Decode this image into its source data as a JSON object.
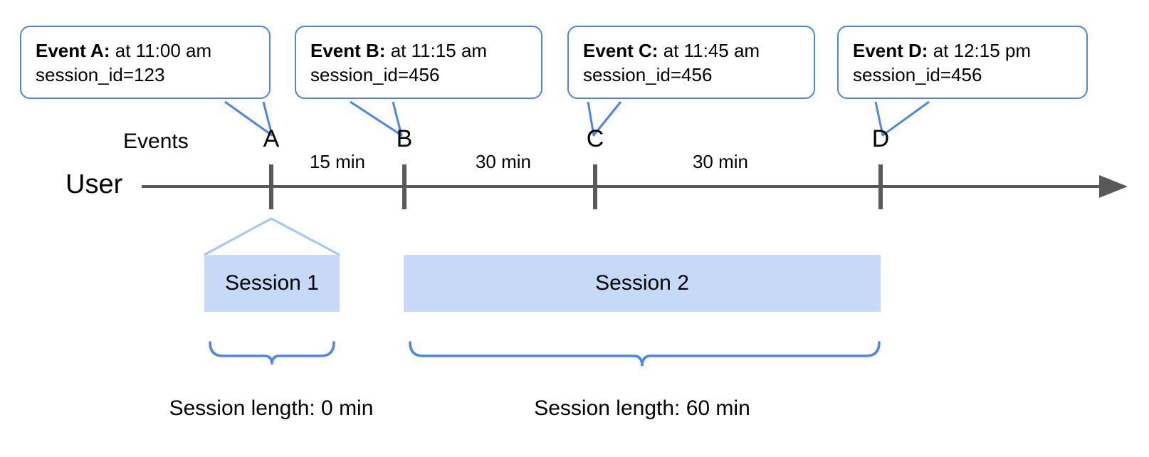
{
  "diagram": {
    "title_row_labels": {
      "events": "Events",
      "user": "User"
    },
    "colors": {
      "callout_border": "#4a86e8",
      "session_fill": "#c6d9f7",
      "brace": "#4a86e8",
      "axis": "#595959",
      "tent_line": "#a8c7f0"
    },
    "callouts": [
      {
        "name": "Event A:",
        "time": "at 11:00 am",
        "session_id": "session_id=123"
      },
      {
        "name": "Event B:",
        "time": "at 11:15 am",
        "session_id": "session_id=456"
      },
      {
        "name": "Event C:",
        "time": "at 11:45 am",
        "session_id": "session_id=456"
      },
      {
        "name": "Event D:",
        "time": "at 12:15 pm",
        "session_id": "session_id=456"
      }
    ],
    "event_marks": [
      "A",
      "B",
      "C",
      "D"
    ],
    "gaps": [
      "15 min",
      "30 min",
      "30 min"
    ],
    "sessions": [
      {
        "label": "Session 1",
        "length_label": "Session length: 0 min"
      },
      {
        "label": "Session 2",
        "length_label": "Session length: 60 min"
      }
    ]
  }
}
